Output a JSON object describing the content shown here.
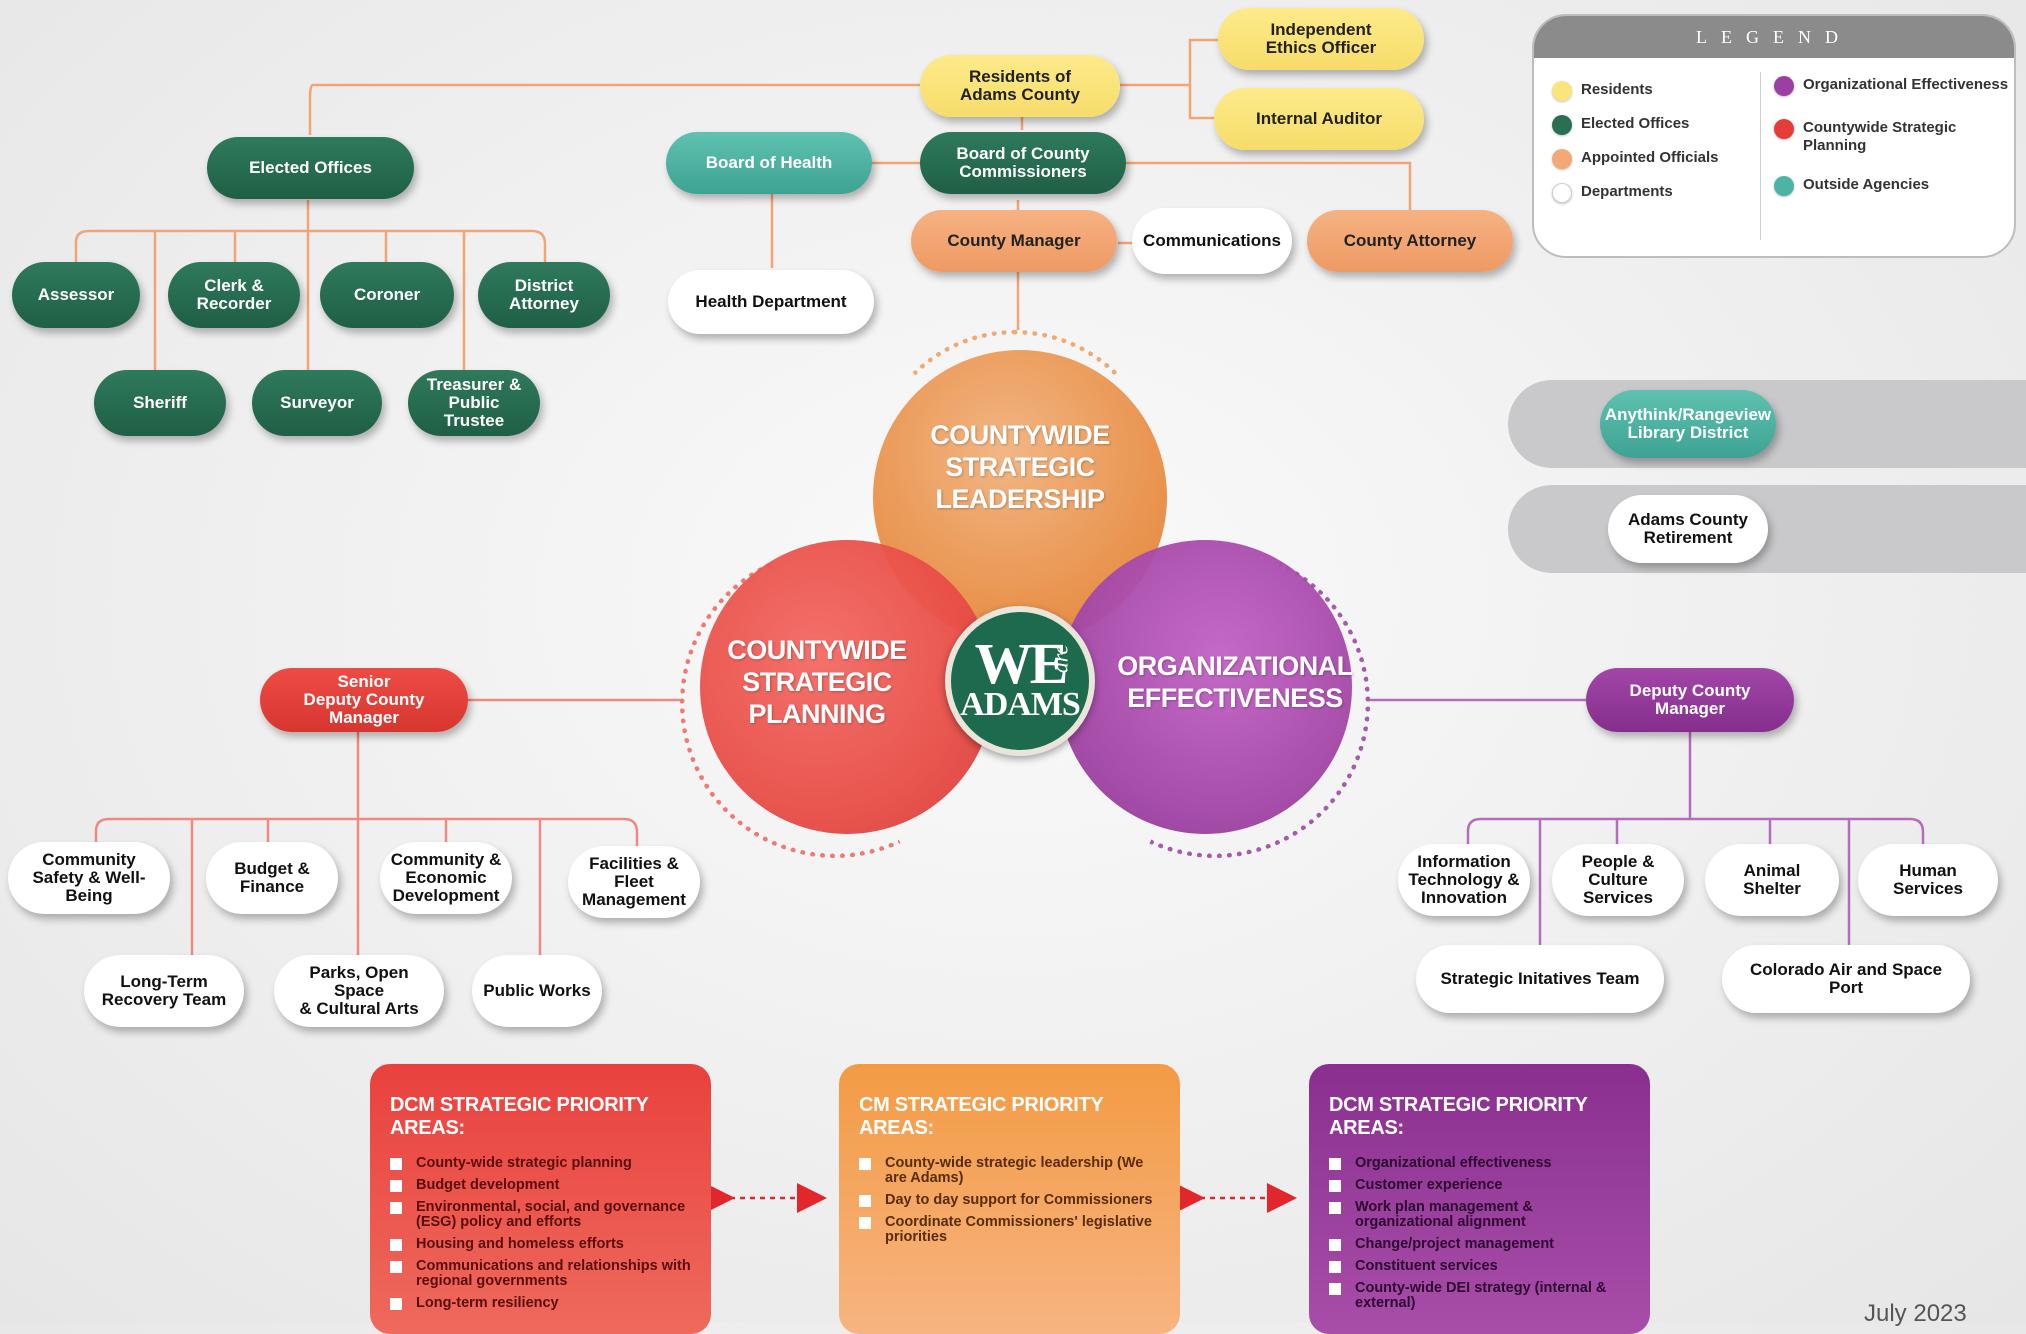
{
  "nodes": {
    "residents": "Residents of\nAdams County",
    "ethics_officer": "Independent\nEthics Officer",
    "internal_auditor": "Internal Auditor",
    "elected_offices": "Elected Offices",
    "board_of_health": "Board of Health",
    "board_commissioners": "Board of County\nCommissioners",
    "assessor": "Assessor",
    "clerk_recorder": "Clerk &\nRecorder",
    "coroner": "Coroner",
    "district_attorney": "District\nAttorney",
    "sheriff": "Sheriff",
    "surveyor": "Surveyor",
    "treasurer": "Treasurer &\nPublic Trustee",
    "health_department": "Health Department",
    "county_manager": "County Manager",
    "communications": "Communications",
    "county_attorney": "County Attorney",
    "library_district": "Anythink/Rangeview\nLibrary District",
    "retirement": "Adams County\nRetirement",
    "senior_dcm": "Senior\nDeputy County Manager",
    "deputy_cm": "Deputy County Manager",
    "community_safety": "Community\nSafety & Well-Being",
    "budget_finance": "Budget &\nFinance",
    "economic_dev": "Community &\nEconomic\nDevelopment",
    "facilities": "Facilities &\nFleet\nManagement",
    "recovery_team": "Long-Term\nRecovery Team",
    "parks": "Parks, Open Space\n& Cultural Arts",
    "public_works": "Public Works",
    "it_innovation": "Information\nTechnology &\nInnovation",
    "people_culture": "People &\nCulture\nServices",
    "animal_shelter": "Animal Shelter",
    "human_services": "Human Services",
    "strategic_team": "Strategic Initatives Team",
    "air_space_port": "Colorado Air and Space Port"
  },
  "legend": {
    "title": "LEGEND",
    "items": [
      {
        "label": "Residents",
        "color": "#fbe57a"
      },
      {
        "label": "Elected Offices",
        "color": "#2b6f53"
      },
      {
        "label": "Appointed Officials",
        "color": "#f3a876"
      },
      {
        "label": "Departments",
        "color": "#ffffff"
      },
      {
        "label": "Organizational Effectiveness",
        "color": "#9c3fa3"
      },
      {
        "label": "Countywide Strategic Planning",
        "color": "#e63c36"
      },
      {
        "label": "Outside Agencies",
        "color": "#4db3a4"
      }
    ]
  },
  "circles": {
    "leadership": "COUNTYWIDE\nSTRATEGIC LEADERSHIP",
    "planning": "COUNTYWIDE\nSTRATEGIC\nPLANNING",
    "effectiveness": "ORGANIZATIONAL\nEFFECTIVENESS"
  },
  "logo": {
    "we": "WE",
    "are": "are",
    "adams": "ADAMS"
  },
  "priorities": {
    "left": {
      "title": "DCM STRATEGIC PRIORITY AREAS:",
      "items": [
        "County-wide strategic planning",
        "Budget development",
        "Environmental, social, and governance (ESG) policy and efforts",
        "Housing and homeless efforts",
        "Communications and relationships with regional governments",
        "Long-term resiliency"
      ]
    },
    "center": {
      "title": "CM STRATEGIC PRIORITY AREAS:",
      "items": [
        "County-wide strategic leadership (We are Adams)",
        "Day to day support for Commissioners",
        "Coordinate Commissioners' legislative priorities"
      ]
    },
    "right": {
      "title": "DCM STRATEGIC PRIORITY AREAS:",
      "items": [
        "Organizational effectiveness",
        "Customer experience",
        "Work plan management & organizational alignment",
        "Change/project management",
        "Constituent services",
        "County-wide DEI strategy (internal & external)"
      ]
    }
  },
  "date": "July 2023",
  "colors": {
    "connector_orange": "#f3a472",
    "connector_red": "#ef8a80",
    "connector_purple": "#b66cbd",
    "arrow_red": "#e3262c"
  }
}
